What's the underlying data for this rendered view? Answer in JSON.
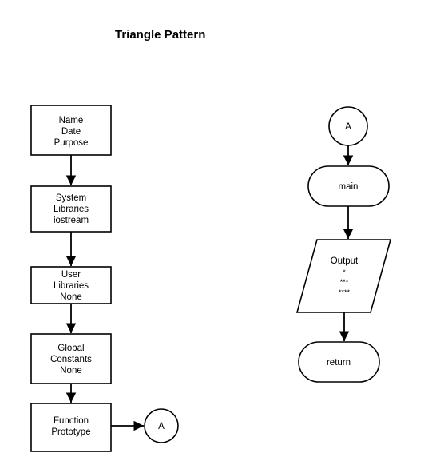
{
  "title": "Triangle Pattern",
  "nodes": {
    "header": {
      "lines": [
        "Name",
        "Date",
        "Purpose"
      ]
    },
    "system_libraries": {
      "lines": [
        "System",
        "Libraries",
        "iostream"
      ]
    },
    "user_libraries": {
      "lines": [
        "User",
        "Libraries",
        "None"
      ]
    },
    "global_constants": {
      "lines": [
        "Global",
        "Constants",
        "None"
      ]
    },
    "function_prototype": {
      "lines": [
        "Function",
        "Prototype"
      ]
    },
    "connector_out": {
      "label": "A"
    },
    "connector_in": {
      "label": "A"
    },
    "main": {
      "label": "main"
    },
    "output": {
      "lines": [
        "Output",
        "*",
        "***",
        "****"
      ]
    },
    "return": {
      "label": "return"
    }
  }
}
